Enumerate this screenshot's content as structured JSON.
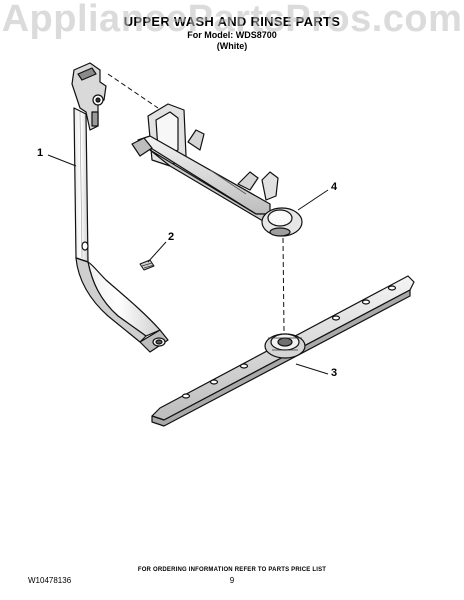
{
  "watermark": "AppliancePartsPros.com",
  "header": {
    "title": "UPPER WASH AND RINSE PARTS",
    "model_line": "For Model: WDS8700",
    "color_line": "(White)"
  },
  "callouts": [
    "1",
    "2",
    "3",
    "4"
  ],
  "footer": {
    "ordering_note": "FOR ORDERING INFORMATION REFER TO PARTS PRICE LIST",
    "doc_number": "W10478136",
    "page_number": "9"
  }
}
